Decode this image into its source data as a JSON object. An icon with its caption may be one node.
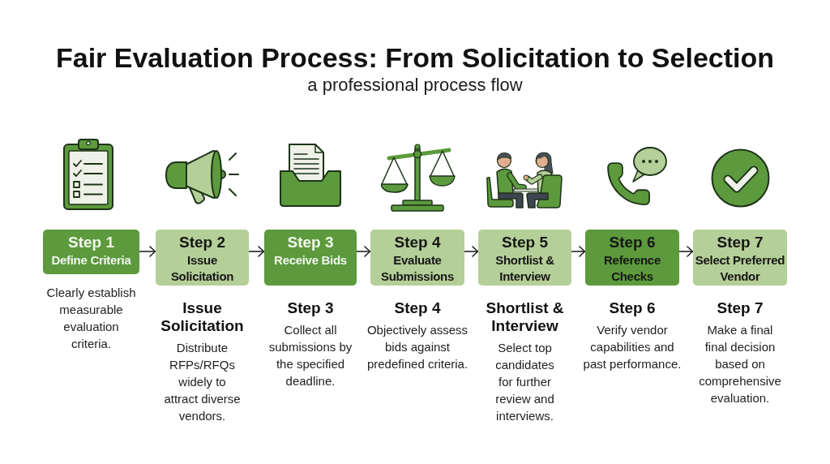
{
  "diagram": {
    "title": "Fair Evaluation Process: From Solicitation to Selection",
    "nodes": [
      {
        "text": [
          "Step 1",
          "Define Criteria"
        ],
        "beside": [
          "Clearly establish measurable evaluation criteria."
        ]
      },
      {
        "text": [
          "Step 2",
          "Issue Solicitation"
        ],
        "beside": [
          "Issue Solicitation",
          "Distribute RFPs/RFQs widely to attract diverse vendors."
        ]
      },
      {
        "text": [
          "Step 3",
          "Receive Bids"
        ],
        "beside": [
          "Step 3",
          "Collect all submissions by the specified deadline."
        ]
      },
      {
        "text": [
          "Step 4",
          "Evaluate Submissions"
        ],
        "beside": [
          "Step 4",
          "Objectively assess bids against predefined criteria."
        ]
      },
      {
        "text": [
          "Step 5",
          "Shortlist & Interview"
        ],
        "beside": [
          "Shortlist & Interview",
          "Select top candidates for further review and interviews."
        ]
      },
      {
        "text": [
          "Step 6",
          "Reference Checks"
        ],
        "beside": [
          "Step 6",
          "Verify vendor capabilities and past performance."
        ]
      },
      {
        "text": [
          "Step 7",
          "Select Preferred Vendor"
        ],
        "beside": [
          "Step 7",
          "Make a final final decision based on comprehensive evaluation."
        ]
      }
    ],
    "edges": [
      {
        "from": 0,
        "to": 1,
        "arrow": "to"
      },
      {
        "from": 1,
        "to": 2,
        "arrow": "to"
      },
      {
        "from": 2,
        "to": 3,
        "arrow": "to"
      },
      {
        "from": 3,
        "to": 4,
        "arrow": "to"
      },
      {
        "from": 4,
        "to": 5,
        "arrow": "to"
      },
      {
        "from": 5,
        "to": 6,
        "arrow": "to"
      }
    ],
    "labels": [
      "a professional process flow"
    ]
  }
}
